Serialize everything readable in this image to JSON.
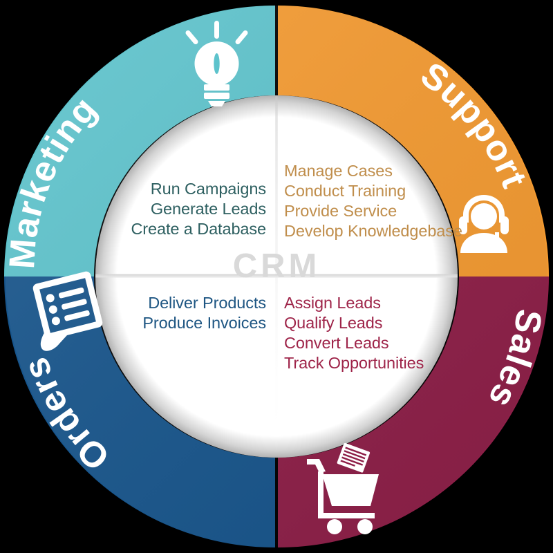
{
  "diagram": {
    "title": "CRM",
    "center_label": "CRM",
    "background_color": "#000000",
    "inner_circle_color": "#ffffff",
    "center_label_color": "#d9d9d9",
    "quadrants": [
      {
        "id": "marketing",
        "label": "Marketing",
        "position": "top-left",
        "ring_color": "#5dc3cc",
        "text_color": "#2d5f60",
        "icon": "lightbulb-icon",
        "items": [
          "Run Campaigns",
          "Generate Leads",
          "Create a Database"
        ]
      },
      {
        "id": "support",
        "label": "Support",
        "position": "top-right",
        "ring_color": "#f49a30",
        "text_color": "#c08e4c",
        "icon": "headset-agent-icon",
        "items": [
          "Manage Cases",
          "Conduct Training",
          "Provide Service",
          "Develop Knowledgebase"
        ]
      },
      {
        "id": "orders",
        "label": "Orders",
        "position": "bottom-left",
        "ring_color": "#17558c",
        "text_color": "#1d5582",
        "icon": "invoice-clipboard-icon",
        "items": [
          "Deliver Products",
          "Produce Invoices"
        ]
      },
      {
        "id": "sales",
        "label": "Sales",
        "position": "bottom-right",
        "ring_color": "#8e1f48",
        "text_color": "#9e2449",
        "icon": "shopping-cart-icon",
        "items": [
          "Assign Leads",
          "Qualify Leads",
          "Convert Leads",
          "Track Opportunities"
        ]
      }
    ]
  }
}
